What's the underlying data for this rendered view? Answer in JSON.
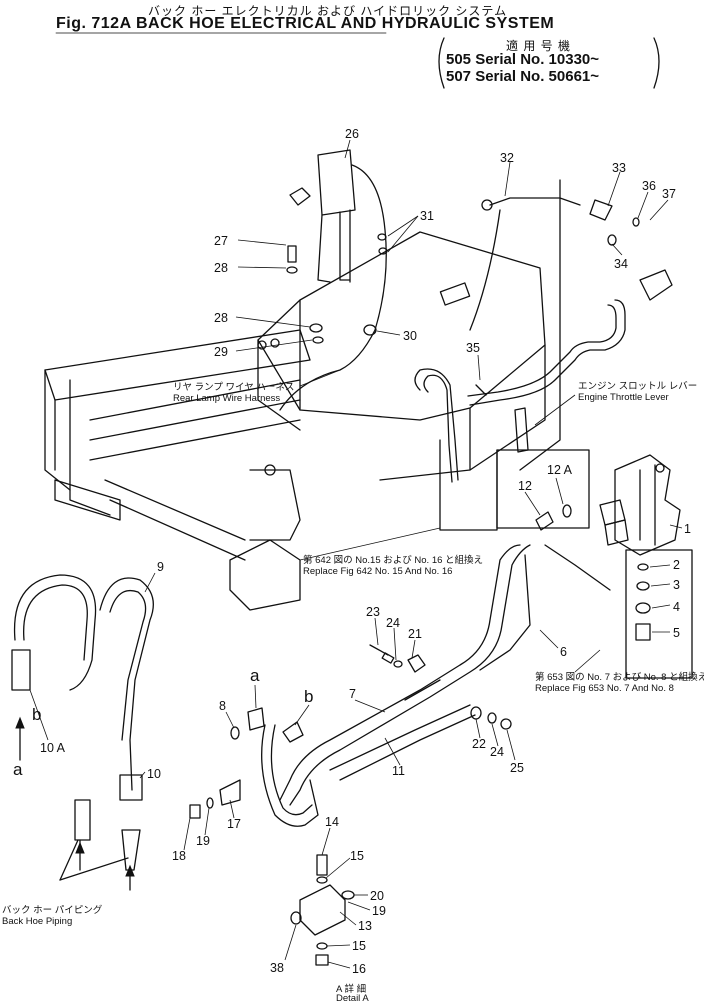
{
  "header": {
    "title_jp": "バック ホー エレクトリカル および ハイドロリック システム",
    "title": "Fig. 712A BACK HOE ELECTRICAL AND HYDRAULIC SYSTEM",
    "serial_heading": "適 用 号 機",
    "serials": [
      "505 Serial No. 10330~",
      "507 Serial No. 50661~"
    ]
  },
  "callouts": [
    {
      "label": "26"
    },
    {
      "label": "27"
    },
    {
      "label": "28"
    },
    {
      "label": "28"
    },
    {
      "label": "29"
    },
    {
      "label": "30"
    },
    {
      "label": "31"
    },
    {
      "label": "32"
    },
    {
      "label": "33"
    },
    {
      "label": "34"
    },
    {
      "label": "35"
    },
    {
      "label": "36"
    },
    {
      "label": "37"
    },
    {
      "label": "12 A"
    },
    {
      "label": "12"
    },
    {
      "label": "1"
    },
    {
      "label": "2"
    },
    {
      "label": "3"
    },
    {
      "label": "4"
    },
    {
      "label": "5"
    },
    {
      "label": "6"
    },
    {
      "label": "9"
    },
    {
      "label": "10 A"
    },
    {
      "label": "10"
    },
    {
      "label": "23"
    },
    {
      "label": "24"
    },
    {
      "label": "21"
    },
    {
      "label": "7"
    },
    {
      "label": "8"
    },
    {
      "label": "11"
    },
    {
      "label": "22"
    },
    {
      "label": "24"
    },
    {
      "label": "25"
    },
    {
      "label": "18"
    },
    {
      "label": "19"
    },
    {
      "label": "17"
    },
    {
      "label": "14"
    },
    {
      "label": "15"
    },
    {
      "label": "20"
    },
    {
      "label": "19"
    },
    {
      "label": "13"
    },
    {
      "label": "15"
    },
    {
      "label": "16"
    },
    {
      "label": "38"
    },
    {
      "label": "a"
    },
    {
      "label": "b"
    },
    {
      "label": "a"
    },
    {
      "label": "b"
    }
  ],
  "notes": {
    "rear_lamp_jp": "リヤ ランプ ワイヤ ハーネス",
    "rear_lamp": "Rear Lamp Wire Harness",
    "throttle_jp": "エンジン スロットル レバー",
    "throttle": "Engine Throttle Lever",
    "replace642_jp": "第 642 図の No.15 および No. 16 と組換え",
    "replace642": "Replace Fig 642 No. 15 And No. 16",
    "replace653_jp": "第 653 図の No. 7 および No. 8 と組換え",
    "replace653": "Replace Fig 653 No. 7 And No. 8",
    "backhoe_jp": "バック ホー パイピング",
    "backhoe": "Back Hoe Piping",
    "detail_jp": "A 詳 細",
    "detail": "Detail A"
  }
}
